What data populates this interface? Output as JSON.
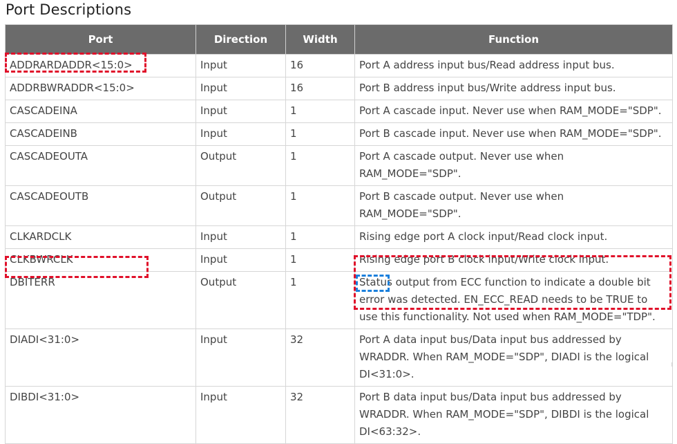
{
  "title": "Port Descriptions",
  "columns": [
    "Port",
    "Direction",
    "Width",
    "Function"
  ],
  "rows": [
    {
      "port": "ADDRARDADDR<15:0>",
      "direction": "Input",
      "width": "16",
      "function": "Port A address input bus/Read address input bus."
    },
    {
      "port": "ADDRBWRADDR<15:0>",
      "direction": "Input",
      "width": "16",
      "function": "Port B address input bus/Write address input bus."
    },
    {
      "port": "CASCADEINA",
      "direction": "Input",
      "width": "1",
      "function": "Port A cascade input. Never use when RAM_MODE=\"SDP\"."
    },
    {
      "port": "CASCADEINB",
      "direction": "Input",
      "width": "1",
      "function": "Port B cascade input. Never use when RAM_MODE=\"SDP\"."
    },
    {
      "port": "CASCADEOUTA",
      "direction": "Output",
      "width": "1",
      "function": "Port A cascade output. Never use when RAM_MODE=\"SDP\"."
    },
    {
      "port": "CASCADEOUTB",
      "direction": "Output",
      "width": "1",
      "function": "Port B cascade output. Never use when RAM_MODE=\"SDP\"."
    },
    {
      "port": "CLKARDCLK",
      "direction": "Input",
      "width": "1",
      "function": "Rising edge port A clock input/Read clock input."
    },
    {
      "port": "CLKBWRCLK",
      "direction": "Input",
      "width": "1",
      "function": "Rising edge port B clock input/Write clock input."
    },
    {
      "port": "DBITERR",
      "direction": "Output",
      "width": "1",
      "function": "Status output from ECC function to indicate a double bit error was detected. EN_ECC_READ needs to be TRUE to use this functionality. Not used when RAM_MODE=\"TDP\"."
    },
    {
      "port": "DIADI<31:0>",
      "direction": "Input",
      "width": "32",
      "function_line1": "Port A data input bus/Data input bus addressed by",
      "function_keyword": "WRADDR",
      "function_rest": ". When RAM_MODE=\"SDP\", DIADI is the logical DI<31:0>."
    },
    {
      "port": "DIBDI<31:0>",
      "direction": "Input",
      "width": "32",
      "function": "Port B data input bus/Data input bus addressed by WRADDR. When RAM_MODE=\"SDP\", DIBDI is the logical DI<63:32>."
    }
  ],
  "highlight_colors": {
    "primary": "#e0102a",
    "secondary": "#1a7fdc"
  }
}
